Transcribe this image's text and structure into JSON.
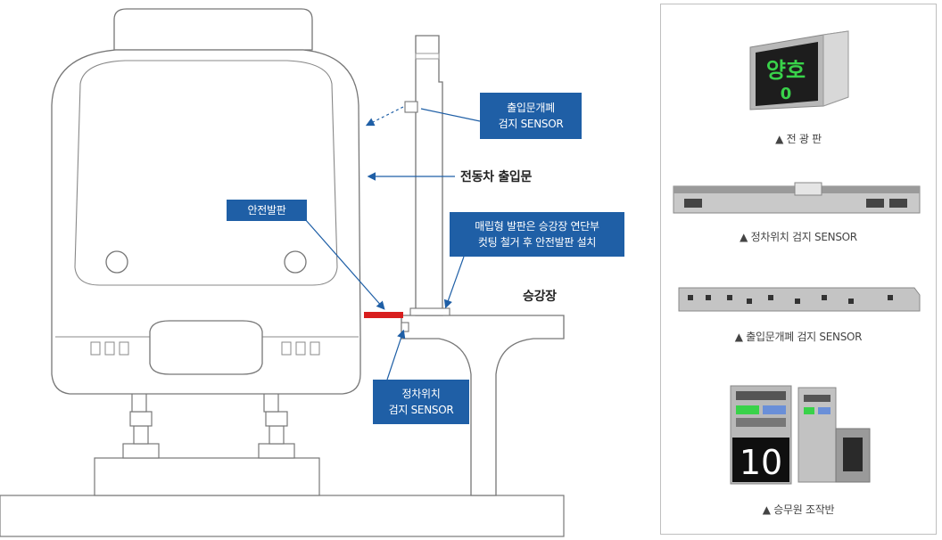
{
  "callouts": {
    "door_sensor": [
      "출입문개폐",
      "검지 SENSOR"
    ],
    "safety_step": "안전발판",
    "install_note": [
      "매립형 발판은 승강장 연단부",
      "컷팅 철거 후 안전발판 설치"
    ],
    "stop_sensor": [
      "정차위치",
      "검지 SENSOR"
    ]
  },
  "labels": {
    "train_door": "전동차 출입문",
    "platform": "승강장"
  },
  "panel": {
    "items": [
      {
        "caption": "▲ 전 광 판",
        "display_text": "양호",
        "display_value": "0"
      },
      {
        "caption": "▲ 정차위치 검지 SENSOR"
      },
      {
        "caption": "▲ 출입문개폐 검지 SENSOR"
      },
      {
        "caption": "▲ 승무원 조작반",
        "display_value": "10"
      }
    ]
  },
  "colors": {
    "callout_bg": "#1f5fa6",
    "arrow": "#1f5fa6",
    "safety_step": "#d81e1e",
    "led": "#39d24a"
  }
}
